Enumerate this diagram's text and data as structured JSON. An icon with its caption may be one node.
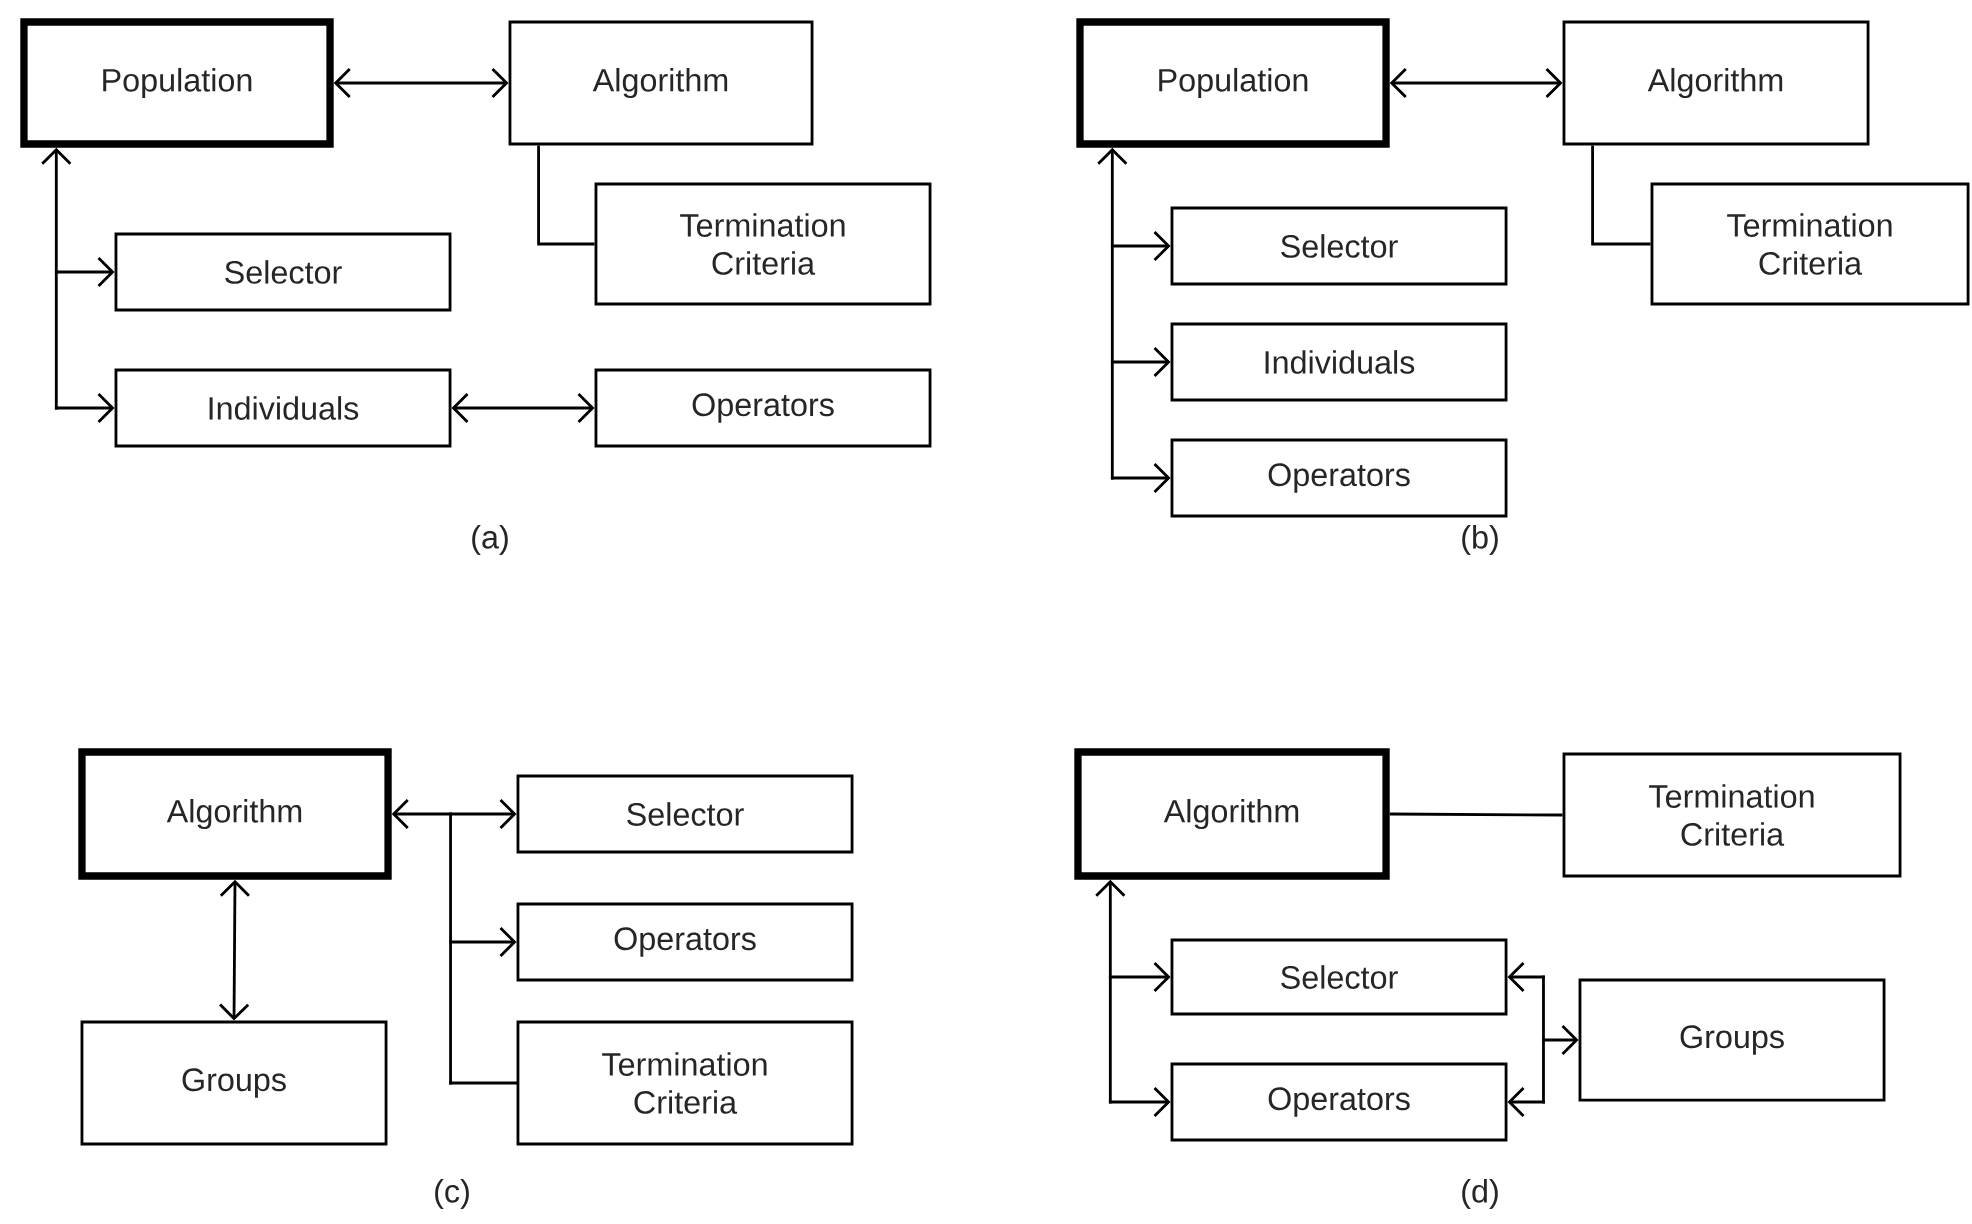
{
  "diagram": {
    "nodes": [
      {
        "text": [
          "Population"
        ]
      },
      {
        "text": [
          "Algorithm"
        ]
      },
      {
        "text": [
          "Termination Criteria"
        ]
      },
      {
        "text": [
          "Selector"
        ]
      },
      {
        "text": [
          "Individuals"
        ]
      },
      {
        "text": [
          "Operators"
        ]
      },
      {
        "text": [
          "Population"
        ]
      },
      {
        "text": [
          "Algorithm"
        ]
      },
      {
        "text": [
          "Termination Criteria"
        ]
      },
      {
        "text": [
          "Selector"
        ]
      },
      {
        "text": [
          "Individuals"
        ]
      },
      {
        "text": [
          "Operators"
        ]
      },
      {
        "text": [
          "Algorithm"
        ]
      },
      {
        "text": [
          "Selector"
        ]
      },
      {
        "text": [
          "Operators"
        ]
      },
      {
        "text": [
          "Termination Criteria"
        ]
      },
      {
        "text": [
          "Groups"
        ]
      },
      {
        "text": [
          "Algorithm"
        ]
      },
      {
        "text": [
          "Termination Criteria"
        ]
      },
      {
        "text": [
          "Selector"
        ]
      },
      {
        "text": [
          "Operators"
        ]
      },
      {
        "text": [
          "Groups"
        ]
      }
    ],
    "edges": [
      {
        "from": 0,
        "to": 1,
        "arrow": "both"
      },
      {
        "from": 1,
        "to": 2,
        "arrow": "none"
      },
      {
        "from": 0,
        "to": 3,
        "arrow": "both"
      },
      {
        "from": 0,
        "to": 4,
        "arrow": "both"
      },
      {
        "from": 4,
        "to": 5,
        "arrow": "both"
      },
      {
        "from": 6,
        "to": 7,
        "arrow": "both"
      },
      {
        "from": 7,
        "to": 8,
        "arrow": "none"
      },
      {
        "from": 6,
        "to": 9,
        "arrow": "both"
      },
      {
        "from": 6,
        "to": 10,
        "arrow": "both"
      },
      {
        "from": 6,
        "to": 11,
        "arrow": "both"
      },
      {
        "from": 12,
        "to": 13,
        "arrow": "both"
      },
      {
        "from": 12,
        "to": 14,
        "arrow": "both"
      },
      {
        "from": 15,
        "to": 12,
        "arrow": "to"
      },
      {
        "from": 12,
        "to": 16,
        "arrow": "both"
      },
      {
        "from": 17,
        "to": 18,
        "arrow": "none"
      },
      {
        "from": 17,
        "to": 19,
        "arrow": "both"
      },
      {
        "from": 17,
        "to": 20,
        "arrow": "both"
      },
      {
        "from": 21,
        "to": 19,
        "arrow": "both"
      },
      {
        "from": 21,
        "to": 20,
        "arrow": "both"
      }
    ],
    "labels": [
      "(a)",
      "(b)",
      "(c)",
      "(d)"
    ]
  }
}
